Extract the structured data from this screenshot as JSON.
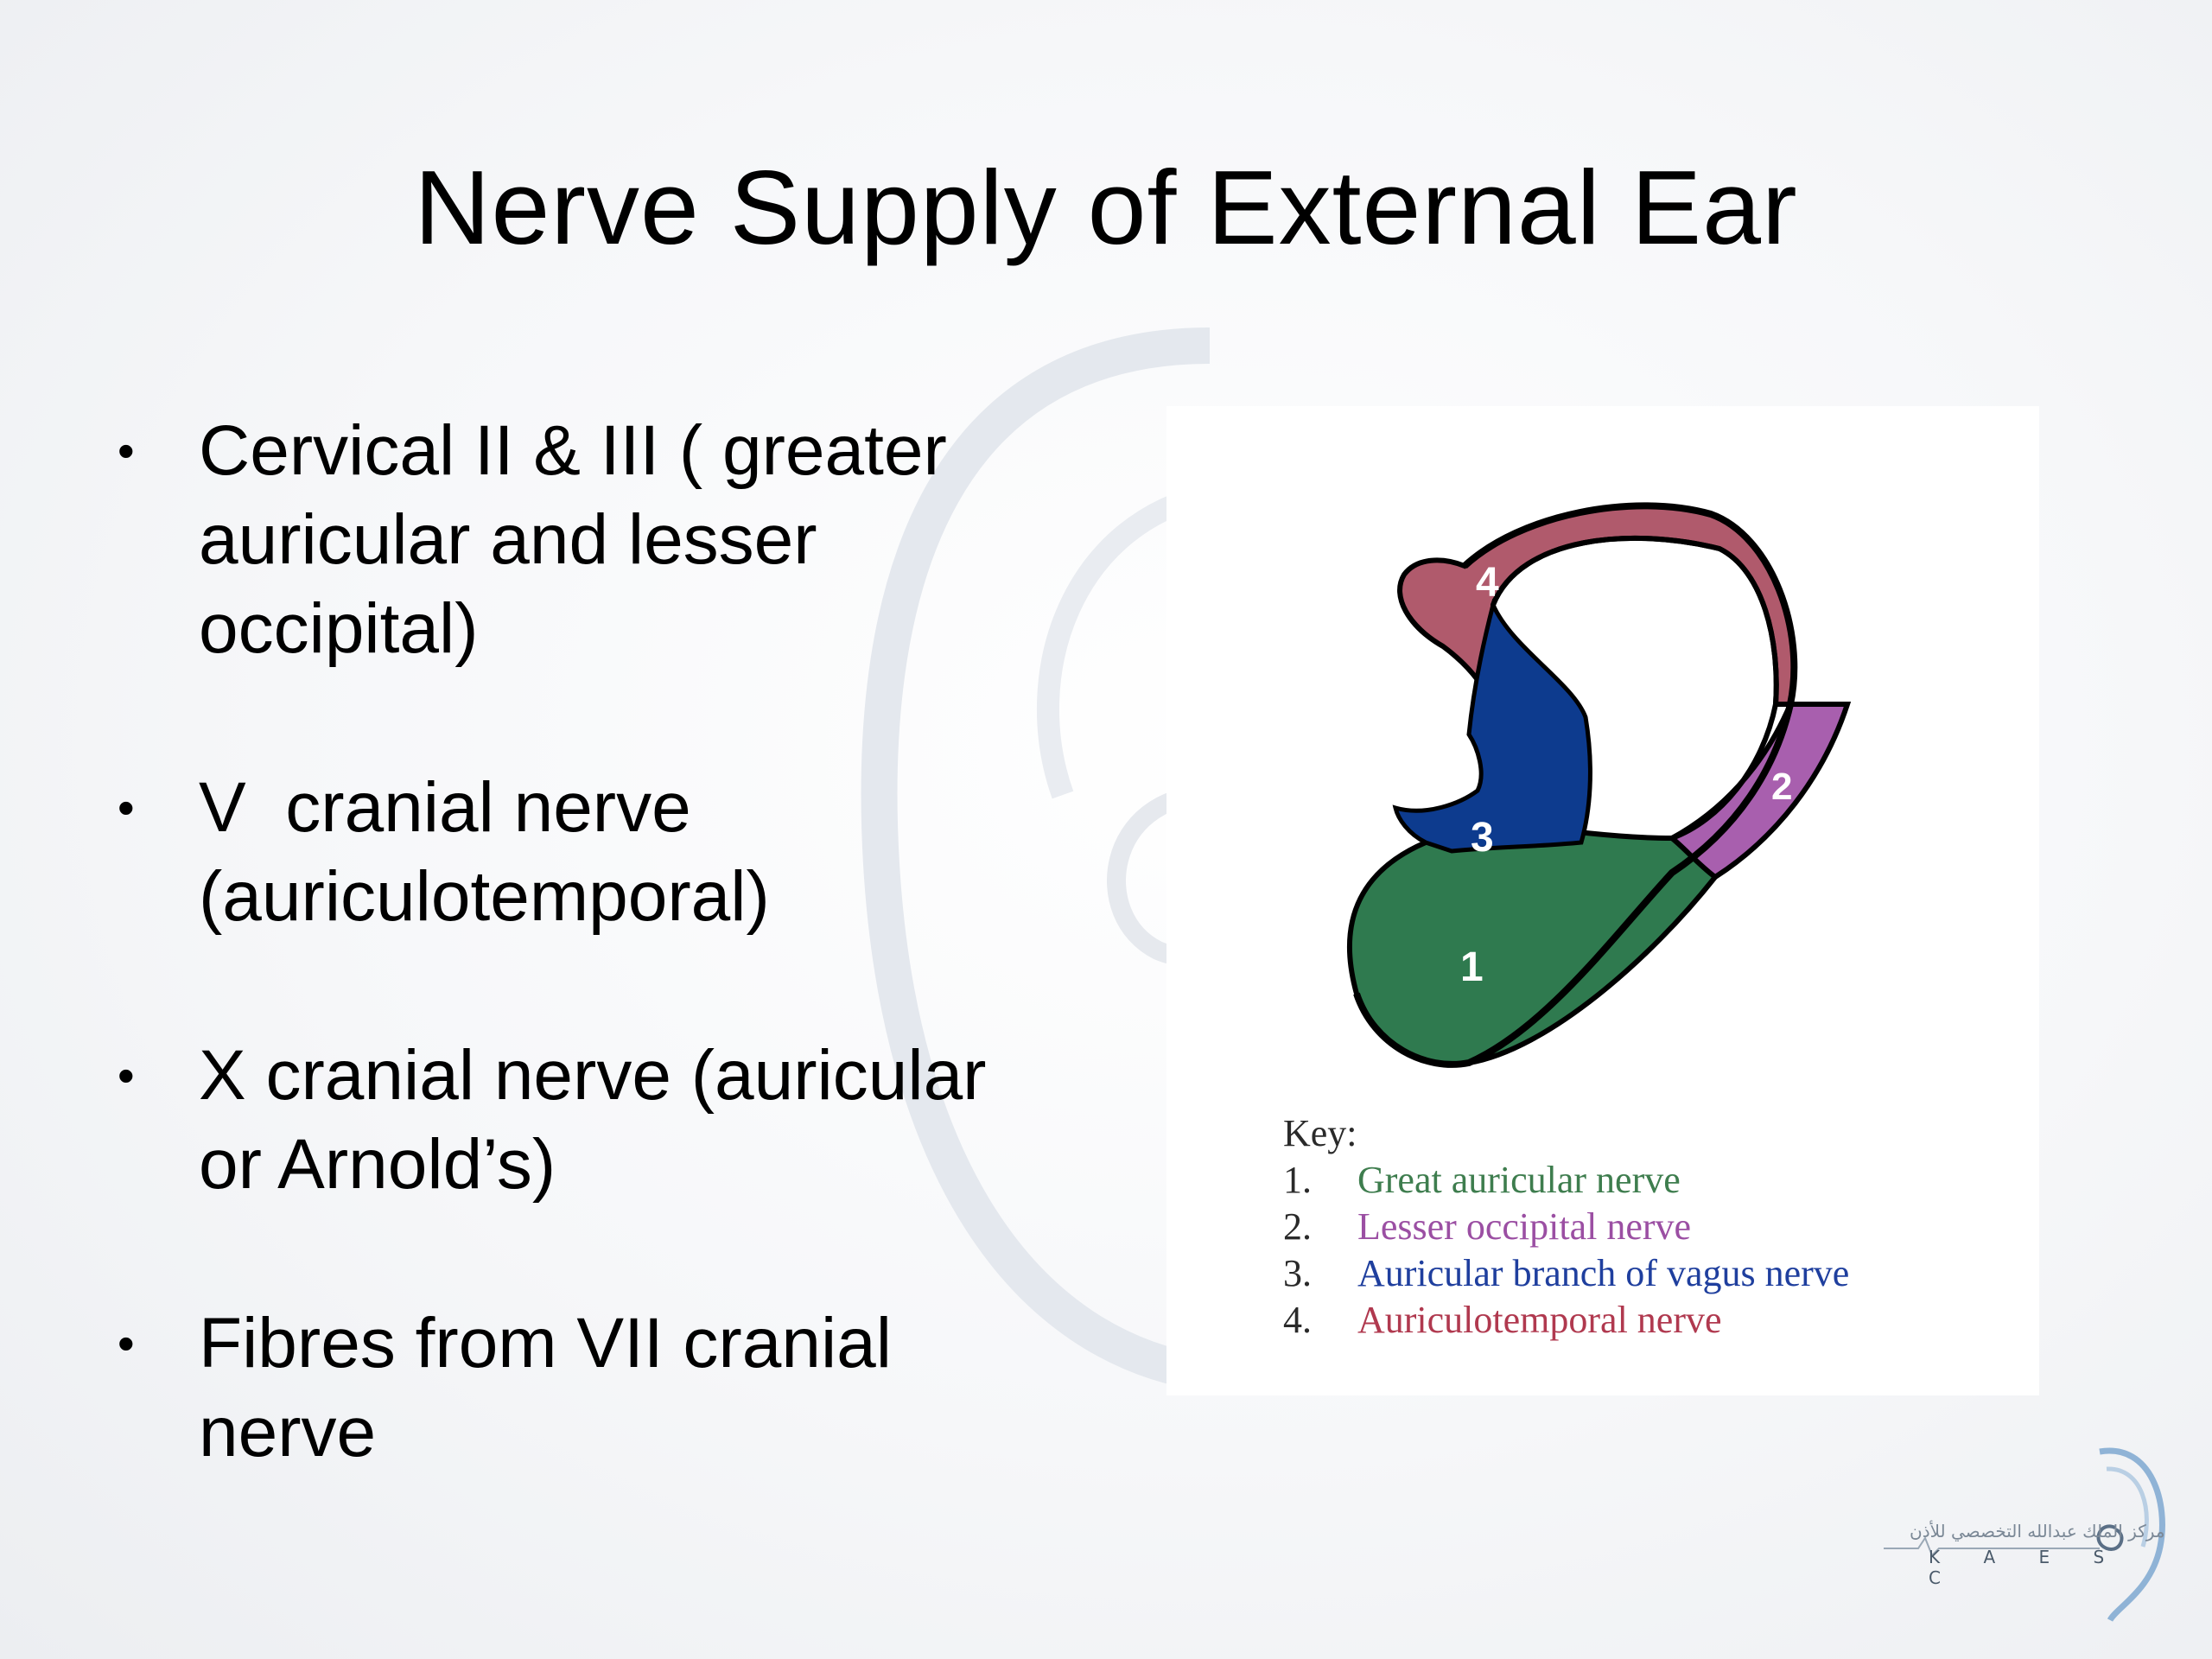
{
  "slide": {
    "title": "Nerve Supply of External Ear",
    "bullets": [
      "Cervical II & III ( greater\nauricular and lesser\noccipital)",
      "V  cranial nerve\n(auriculotemporal)",
      "X cranial nerve (auricular\nor Arnold’s)",
      "Fibres from VII cranial\nnerve"
    ],
    "bullet_marker": "•"
  },
  "figure": {
    "region_labels": [
      "1",
      "2",
      "3",
      "4"
    ],
    "colors": {
      "great_auricular": "#2f7a4f",
      "lesser_occipital": "#a85fae",
      "vagus": "#0d3b8e",
      "auriculotemporal": "#b05a6c",
      "outline": "#000000"
    },
    "key": {
      "title": "Key:",
      "items": [
        {
          "num": "1.",
          "label": "Great auricular nerve",
          "color": "#3e7d4e"
        },
        {
          "num": "2.",
          "label": "Lesser occipital nerve",
          "color": "#9b4fa3"
        },
        {
          "num": "3.",
          "label": "Auricular branch of vagus nerve",
          "color": "#1f3f9e"
        },
        {
          "num": "4.",
          "label": "Auriculotemporal nerve",
          "color": "#b0394f"
        }
      ]
    }
  },
  "logo": {
    "arabic_text": "مركز الملك عبدالله التخصصي للأذن",
    "latin_text": "K A E S C"
  }
}
